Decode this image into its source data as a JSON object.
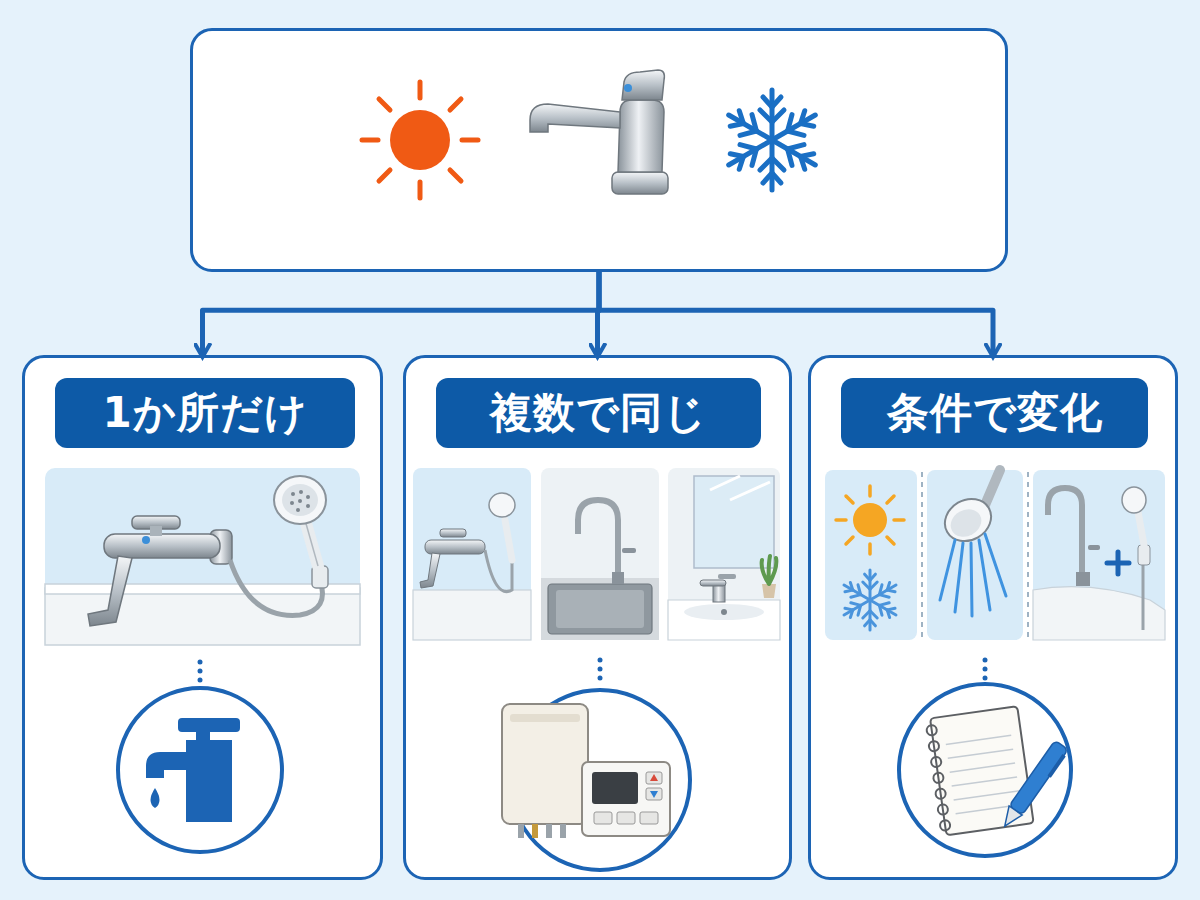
{
  "diagram": {
    "nodes": [
      {
        "text": []
      },
      {
        "text": [
          "1か所だけ"
        ]
      },
      {
        "text": [
          "複数で同じ"
        ]
      },
      {
        "text": [
          "条件で変化"
        ]
      }
    ],
    "edges": [
      {
        "from": 0,
        "to": 1,
        "arrow": "to"
      },
      {
        "from": 0,
        "to": 2,
        "arrow": "to"
      },
      {
        "from": 0,
        "to": 3,
        "arrow": "to"
      }
    ]
  }
}
